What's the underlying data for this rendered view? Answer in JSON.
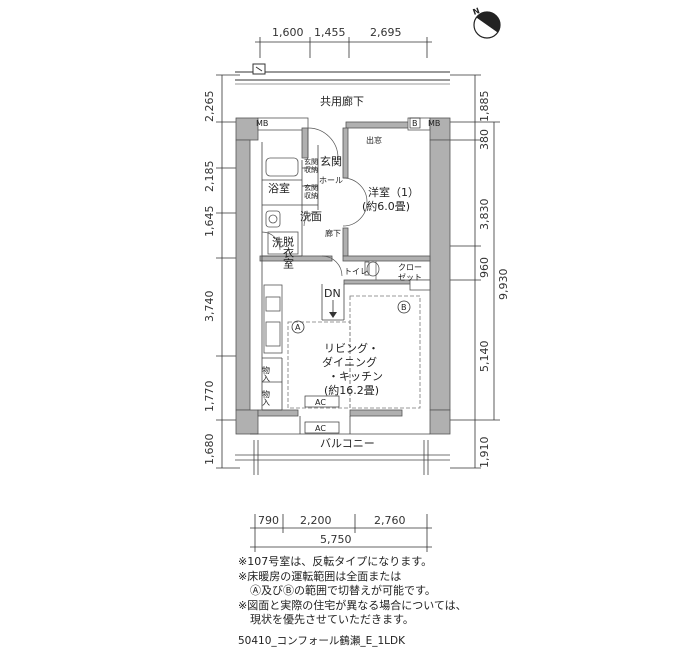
{
  "compass": {
    "label": "N"
  },
  "top_dims": [
    "1,600",
    "1,455",
    "2,695"
  ],
  "left_dims": [
    "2,265",
    "2,185",
    "1,645",
    "3,740",
    "1,770",
    "1,680"
  ],
  "right_dims": [
    "1,885",
    "380",
    "3,830",
    "960",
    "5,140",
    "1,910"
  ],
  "right_total": "9,930",
  "bottom_dims": [
    "790",
    "2,200",
    "2,760"
  ],
  "bottom_total": "5,750",
  "rooms": {
    "corridor": "共用廊下",
    "mb_left": "MB",
    "mb_right": "MB",
    "b_mark": "B",
    "demado": "出窓",
    "genkan": "玄関",
    "genkan_storage_1": "玄関",
    "genkan_storage_1b": "収納",
    "hall": "ホール",
    "genkan_storage_2": "玄関",
    "genkan_storage_2b": "収納",
    "bath": "浴室",
    "washroom_1": "洗面",
    "washroom_2": "脱衣室",
    "washer": "洗",
    "hallway": "廊下",
    "bedroom_1": "洋室（1）",
    "bedroom_2": "(約6.0畳)",
    "toilet": "トイレ",
    "closet_1": "クロー",
    "closet_2": "ゼット",
    "dn": "DN",
    "marker_a": "A",
    "marker_b": "B",
    "ldk_1": "リビング・",
    "ldk_2": "ダイニング",
    "ldk_3": "・キッチン",
    "ldk_4": "(約16.2畳)",
    "storage_a": "物入",
    "storage_b": "物入",
    "ac_1": "AC",
    "ac_2": "AC",
    "balcony": "バルコニー"
  },
  "notes": [
    "※107号室は、反転タイプになります。",
    "※床暖房の運転範囲は全面または",
    "Ⓐ及びⒷの範囲で切替えが可能です。",
    "※図面と実際の住宅が異なる場合については、",
    "現状を優先させていただきます。"
  ],
  "code": "50410_コンフォール鶴瀬_E_1LDK"
}
